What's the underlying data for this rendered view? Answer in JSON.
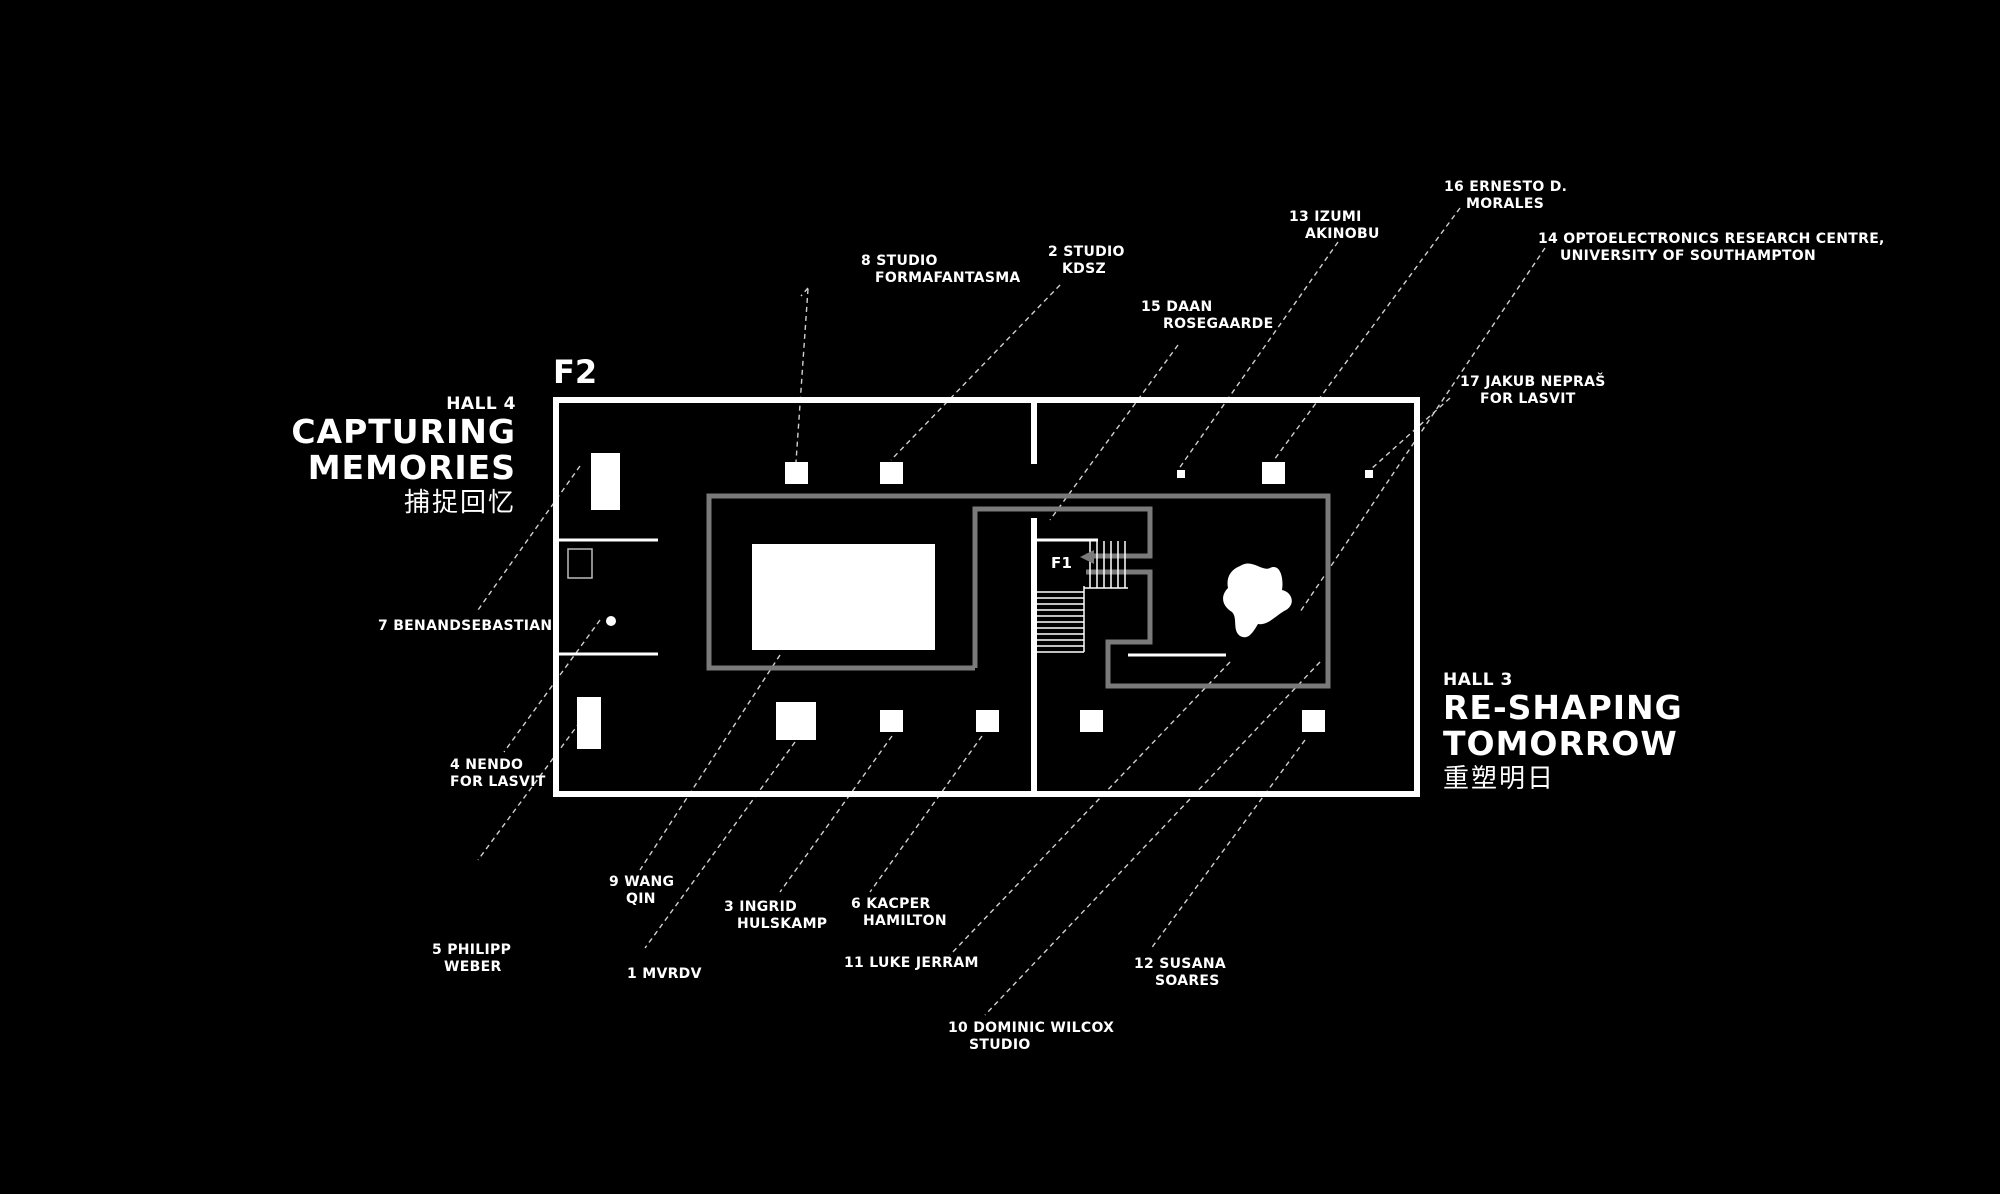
{
  "floor": {
    "label": "F2",
    "stair_label": "F1"
  },
  "halls": {
    "hall4": {
      "number": "HALL 4",
      "title_line1": "CAPTURING",
      "title_line2": "MEMORIES",
      "title_cn": "捕捉回忆"
    },
    "hall3": {
      "number": "HALL 3",
      "title_line1": "RE-SHAPING",
      "title_line2": "TOMORROW",
      "title_cn": "重塑明日"
    }
  },
  "exhibitors": {
    "e1": {
      "line1": "1 MVRDV",
      "line2": ""
    },
    "e2": {
      "line1": "2 STUDIO",
      "line2": "KDSZ"
    },
    "e3": {
      "line1": "3 INGRID",
      "line2": "HULSKAMP"
    },
    "e4": {
      "line1": "4 NENDO",
      "line2": "FOR LASVIT"
    },
    "e5": {
      "line1": "5 PHILIPP",
      "line2": "WEBER"
    },
    "e6": {
      "line1": "6 KACPER",
      "line2": "HAMILTON"
    },
    "e7": {
      "line1": "7 BENANDSEBASTIAN",
      "line2": ""
    },
    "e8": {
      "line1": "8 STUDIO",
      "line2": "FORMAFANTASMA"
    },
    "e9": {
      "line1": "9 WANG",
      "line2": "QIN"
    },
    "e10": {
      "line1": "10 DOMINIC WILCOX",
      "line2": "STUDIO"
    },
    "e11": {
      "line1": "11 LUKE JERRAM",
      "line2": ""
    },
    "e12": {
      "line1": "12 SUSANA",
      "line2": "SOARES"
    },
    "e13": {
      "line1": "13 IZUMI",
      "line2": "AKINOBU"
    },
    "e14": {
      "line1": "14 OPTOELECTRONICS RESEARCH CENTRE,",
      "line2": "UNIVERSITY OF SOUTHAMPTON"
    },
    "e15": {
      "line1": "15 DAAN",
      "line2": "ROSEGAARDE"
    },
    "e16": {
      "line1": "16 ERNESTO D.",
      "line2": "MORALES"
    },
    "e17": {
      "line1": "17 JAKUB NEPRAŠ",
      "line2": "FOR LASVIT"
    }
  },
  "colors": {
    "background": "#000000",
    "walls": "#ffffff",
    "inner_walls": "#7a7a7a",
    "leader_lines": "#cfcfcf"
  }
}
